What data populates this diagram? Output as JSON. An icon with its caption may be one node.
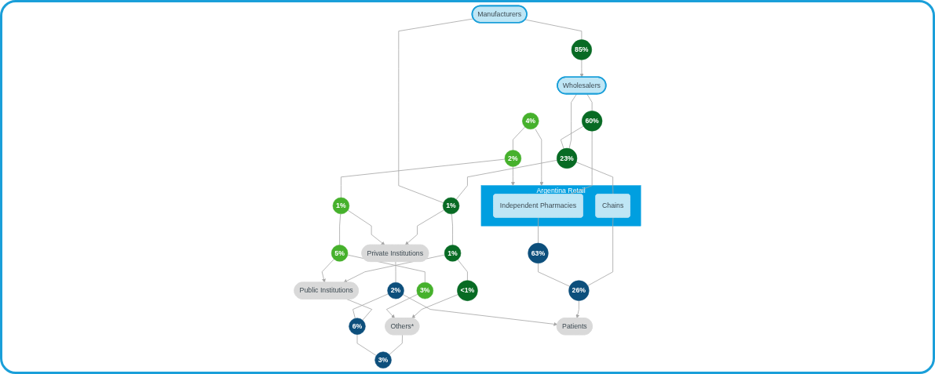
{
  "diagram": {
    "nodes": [
      {
        "text": [
          "Manufacturers"
        ]
      },
      {
        "text": [
          "Wholesalers"
        ]
      },
      {
        "text": [
          "85%"
        ]
      },
      {
        "text": [
          "60%"
        ]
      },
      {
        "text": [
          "23%"
        ]
      },
      {
        "text": [
          "1%"
        ]
      },
      {
        "text": [
          "1%"
        ]
      },
      {
        "text": [
          "<1%"
        ]
      },
      {
        "text": [
          "4%"
        ]
      },
      {
        "text": [
          "2%"
        ]
      },
      {
        "text": [
          "1%"
        ]
      },
      {
        "text": [
          "5%"
        ]
      },
      {
        "text": [
          "3%"
        ]
      },
      {
        "text": [
          "Argentina Retail"
        ]
      },
      {
        "text": [
          "Independent Pharmacies"
        ],
        "in": 13
      },
      {
        "text": [
          "Chains"
        ],
        "in": 13
      },
      {
        "text": [
          "Private Institutions"
        ]
      },
      {
        "text": [
          "Public Institutions"
        ]
      },
      {
        "text": [
          "Others*"
        ]
      },
      {
        "text": [
          "63%"
        ]
      },
      {
        "text": [
          "26%"
        ]
      },
      {
        "text": [
          "2%"
        ]
      },
      {
        "text": [
          "6%"
        ]
      },
      {
        "text": [
          "3%"
        ]
      },
      {
        "text": [
          "Patients"
        ]
      }
    ],
    "edges": [
      {
        "from": 0,
        "to": 2,
        "arrow": "none"
      },
      {
        "from": 2,
        "to": 1,
        "arrow": "to"
      },
      {
        "from": 1,
        "to": 3,
        "arrow": "none"
      },
      {
        "from": 1,
        "to": 4,
        "arrow": "none"
      },
      {
        "from": 3,
        "to": 4,
        "arrow": "none"
      },
      {
        "from": 4,
        "to": 5,
        "arrow": "none"
      },
      {
        "from": 0,
        "to": 5,
        "arrow": "none"
      },
      {
        "from": 5,
        "to": 6,
        "arrow": "none"
      },
      {
        "from": 6,
        "to": 7,
        "arrow": "none"
      },
      {
        "from": 3,
        "to": 14,
        "arrow": "none"
      },
      {
        "from": 4,
        "to": 15,
        "arrow": "none"
      },
      {
        "from": 5,
        "to": 16,
        "arrow": "to"
      },
      {
        "from": 6,
        "to": 17,
        "arrow": "to"
      },
      {
        "from": 7,
        "to": 18,
        "arrow": "to"
      },
      {
        "from": 8,
        "to": 9,
        "arrow": "none"
      },
      {
        "from": 9,
        "to": 10,
        "arrow": "none"
      },
      {
        "from": 10,
        "to": 11,
        "arrow": "none"
      },
      {
        "from": 11,
        "to": 12,
        "arrow": "none"
      },
      {
        "from": 8,
        "to": 13,
        "arrow": "to"
      },
      {
        "from": 9,
        "to": 13,
        "arrow": "to"
      },
      {
        "from": 10,
        "to": 16,
        "arrow": "to"
      },
      {
        "from": 11,
        "to": 17,
        "arrow": "to"
      },
      {
        "from": 12,
        "to": 18,
        "arrow": "to"
      },
      {
        "from": 14,
        "to": 19,
        "arrow": "none"
      },
      {
        "from": 15,
        "to": 20,
        "arrow": "none"
      },
      {
        "from": 16,
        "to": 21,
        "arrow": "none"
      },
      {
        "from": 17,
        "to": 22,
        "arrow": "none"
      },
      {
        "from": 18,
        "to": 23,
        "arrow": "none"
      },
      {
        "from": 19,
        "to": 20,
        "arrow": "none"
      },
      {
        "from": 21,
        "to": 22,
        "arrow": "none"
      },
      {
        "from": 22,
        "to": 23,
        "arrow": "none"
      },
      {
        "from": 20,
        "to": 24,
        "arrow": "to"
      },
      {
        "from": 21,
        "to": 24,
        "arrow": "to"
      }
    ]
  }
}
